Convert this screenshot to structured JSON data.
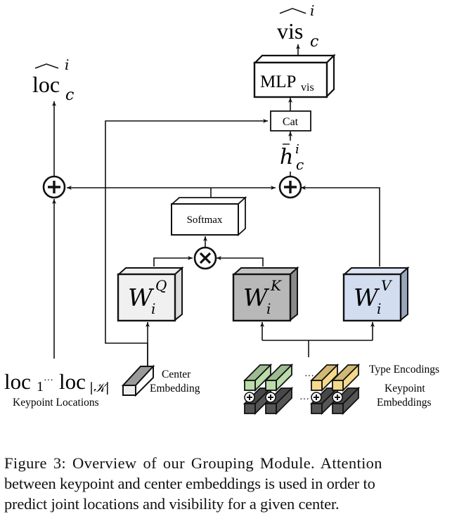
{
  "outputs": {
    "loc_hat": {
      "base": "loc",
      "sup": "i",
      "sub": "c"
    },
    "vis_hat": {
      "base": "vis",
      "sup": "i",
      "sub": "c"
    }
  },
  "blocks": {
    "mlp": {
      "base": "MLP",
      "sub": "vis"
    },
    "cat": "Cat",
    "softmax": "Softmax",
    "wq": {
      "base": "W",
      "sub": "i",
      "sup": "Q"
    },
    "wk": {
      "base": "W",
      "sub": "i",
      "sup": "K"
    },
    "wv": {
      "base": "W",
      "sub": "i",
      "sup": "V"
    }
  },
  "intermediate": {
    "h_bar": {
      "base": "h",
      "sup": "i",
      "sub": "c"
    }
  },
  "operators": {
    "plus": "+",
    "times": "×"
  },
  "inputs": {
    "keypoint_locations": {
      "loc1": {
        "base": "loc",
        "sub": "1"
      },
      "ellipsis": "···",
      "locK": {
        "base": "loc",
        "sub": "|𝒦|"
      },
      "label": "Keypoint Locations"
    },
    "center_embedding": {
      "line1": "Center",
      "line2": "Embedding"
    },
    "type_encodings_label": "Type Encodings",
    "keypoint_embeddings": {
      "line1": "Keypoint",
      "line2": "Embeddings"
    },
    "ellipsis": "···"
  },
  "colors": {
    "wq_fill": "#f0f0f0",
    "wk_fill": "#b8b8b8",
    "wv_fill": "#d2ddef",
    "green_type": "#b9dcaa",
    "yellow_type": "#f5d98a",
    "dark_embed": "#555555"
  },
  "caption": {
    "line1": "Figure 3: Overview of our Grouping Module.  Attention",
    "line2": "between keypoint and center embeddings is used in order to",
    "line3": "predict joint locations and visibility for a given center."
  }
}
